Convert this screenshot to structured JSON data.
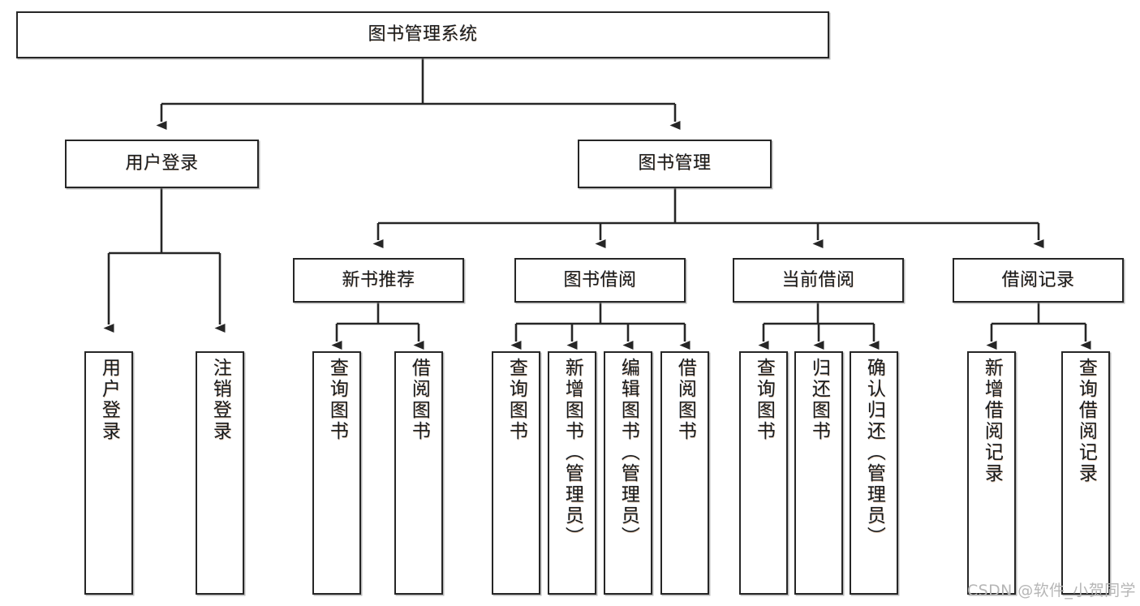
{
  "diagram": {
    "title": "图书管理系统",
    "watermark": "CSDN @软件_小贺同学",
    "colors": {
      "node_border": "#262626",
      "node_fill": "#ffffff",
      "edge": "#262626",
      "text": "#1a1a1a",
      "watermark": "#b6b6b6",
      "background": "#ffffff"
    },
    "nodes": {
      "root": {
        "label": "图书管理系统"
      },
      "level2": [
        {
          "label": "用户登录"
        },
        {
          "label": "图书管理"
        }
      ],
      "level3": [
        {
          "label": "新书推荐"
        },
        {
          "label": "图书借阅"
        },
        {
          "label": "当前借阅"
        },
        {
          "label": "借阅记录"
        }
      ],
      "leaves": {
        "user_login": [
          {
            "label": "用户登录"
          },
          {
            "label": "注销登录"
          }
        ],
        "new_book": [
          {
            "label": "查询图书"
          },
          {
            "label": "借阅图书"
          }
        ],
        "book_borrow": [
          {
            "label": "查询图书"
          },
          {
            "label": "新增图书（管理员）"
          },
          {
            "label": "编辑图书（管理员）"
          },
          {
            "label": "借阅图书"
          }
        ],
        "current_borrow": [
          {
            "label": "查询图书"
          },
          {
            "label": "归还图书"
          },
          {
            "label": "确认归还（管理员）"
          }
        ],
        "borrow_record": [
          {
            "label": "新增借阅记录"
          },
          {
            "label": "查询借阅记录"
          }
        ]
      }
    }
  }
}
